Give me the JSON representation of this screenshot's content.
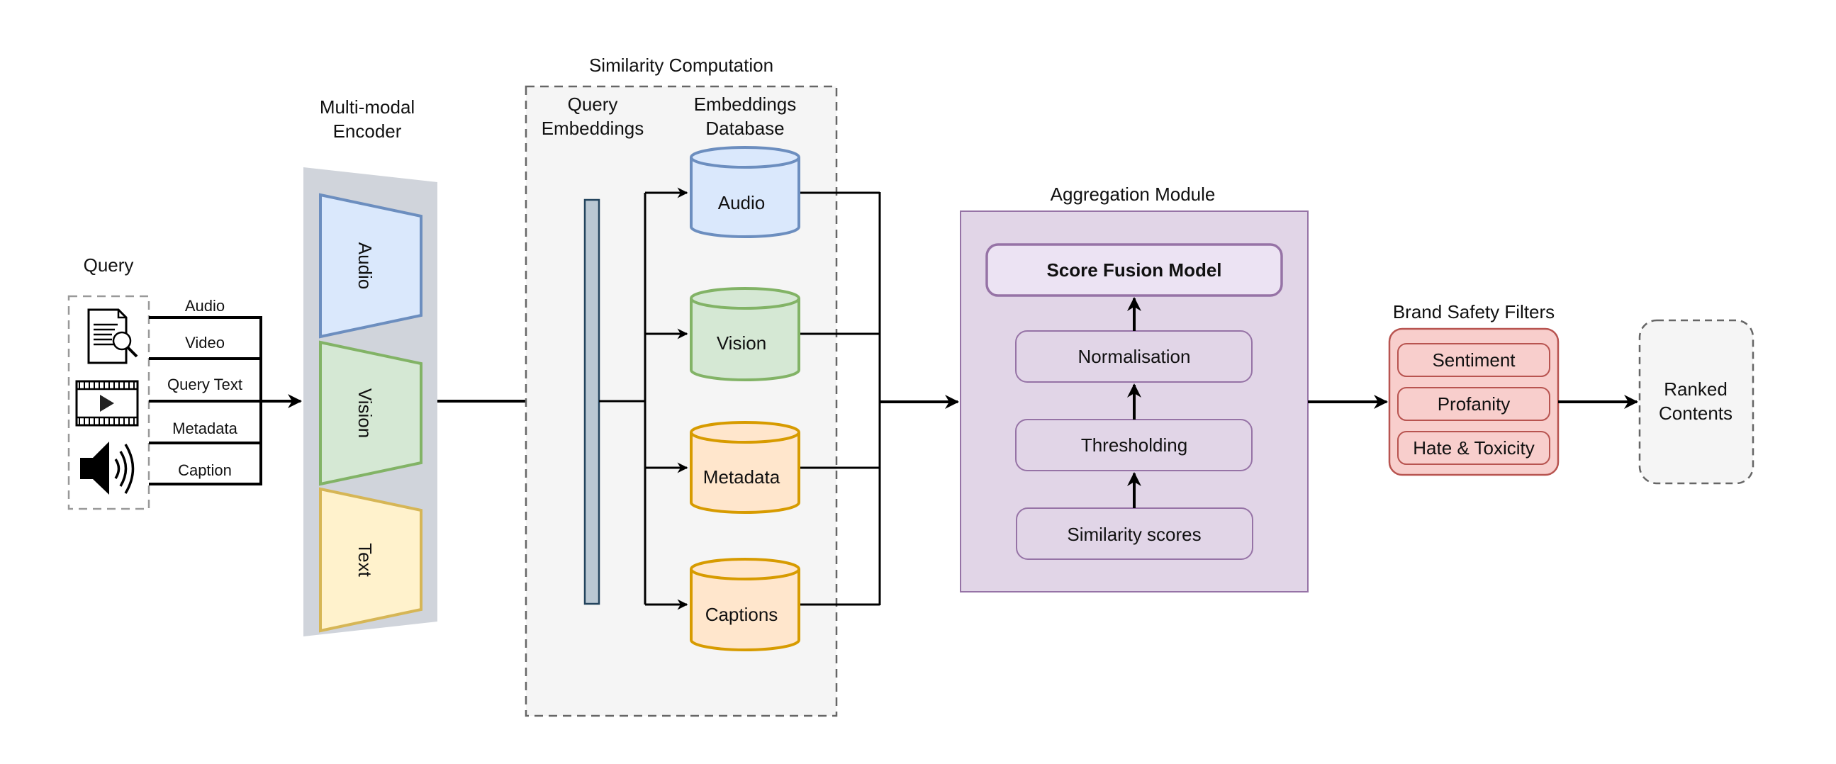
{
  "diagram": {
    "query": {
      "title": "Query",
      "icons": [
        "document-search-icon",
        "video-film-icon",
        "speaker-audio-icon"
      ],
      "inputs": [
        "Audio",
        "Video",
        "Query Text",
        "Metadata",
        "Caption"
      ]
    },
    "encoder": {
      "title_line1": "Multi-modal",
      "title_line2": "Encoder",
      "modules": [
        {
          "label": "Audio",
          "fill": "#dae8fc",
          "stroke": "#6c8ebf"
        },
        {
          "label": "Vision",
          "fill": "#d5e8d4",
          "stroke": "#82b366"
        },
        {
          "label": "Text",
          "fill": "#fff2cc",
          "stroke": "#d6b656"
        }
      ],
      "panel_color": "#d0d4db"
    },
    "similarity": {
      "title": "Similarity Computation",
      "query_embeddings_line1": "Query",
      "query_embeddings_line2": "Embeddings",
      "database_line1": "Embeddings",
      "database_line2": "Database",
      "databases": [
        {
          "label": "Audio",
          "fill": "#dae8fc",
          "stroke": "#6c8ebf"
        },
        {
          "label": "Vision",
          "fill": "#d5e8d4",
          "stroke": "#82b366"
        },
        {
          "label": "Metadata",
          "fill": "#ffe6cc",
          "stroke": "#d79b00"
        },
        {
          "label": "Captions",
          "fill": "#ffe6cc",
          "stroke": "#d79b00"
        }
      ]
    },
    "aggregation": {
      "title": "Aggregation Module",
      "top": "Score Fusion Model",
      "steps": [
        "Normalisation",
        "Thresholding",
        "Similarity scores"
      ],
      "fill": "#e1d5e7",
      "stroke": "#9673a6"
    },
    "brand_safety": {
      "title": "Brand Safety Filters",
      "filters": [
        "Sentiment",
        "Profanity",
        "Hate & Toxicity"
      ],
      "fill": "#f8cecc",
      "stroke": "#b85450"
    },
    "output": {
      "line1": "Ranked",
      "line2": "Contents"
    }
  }
}
